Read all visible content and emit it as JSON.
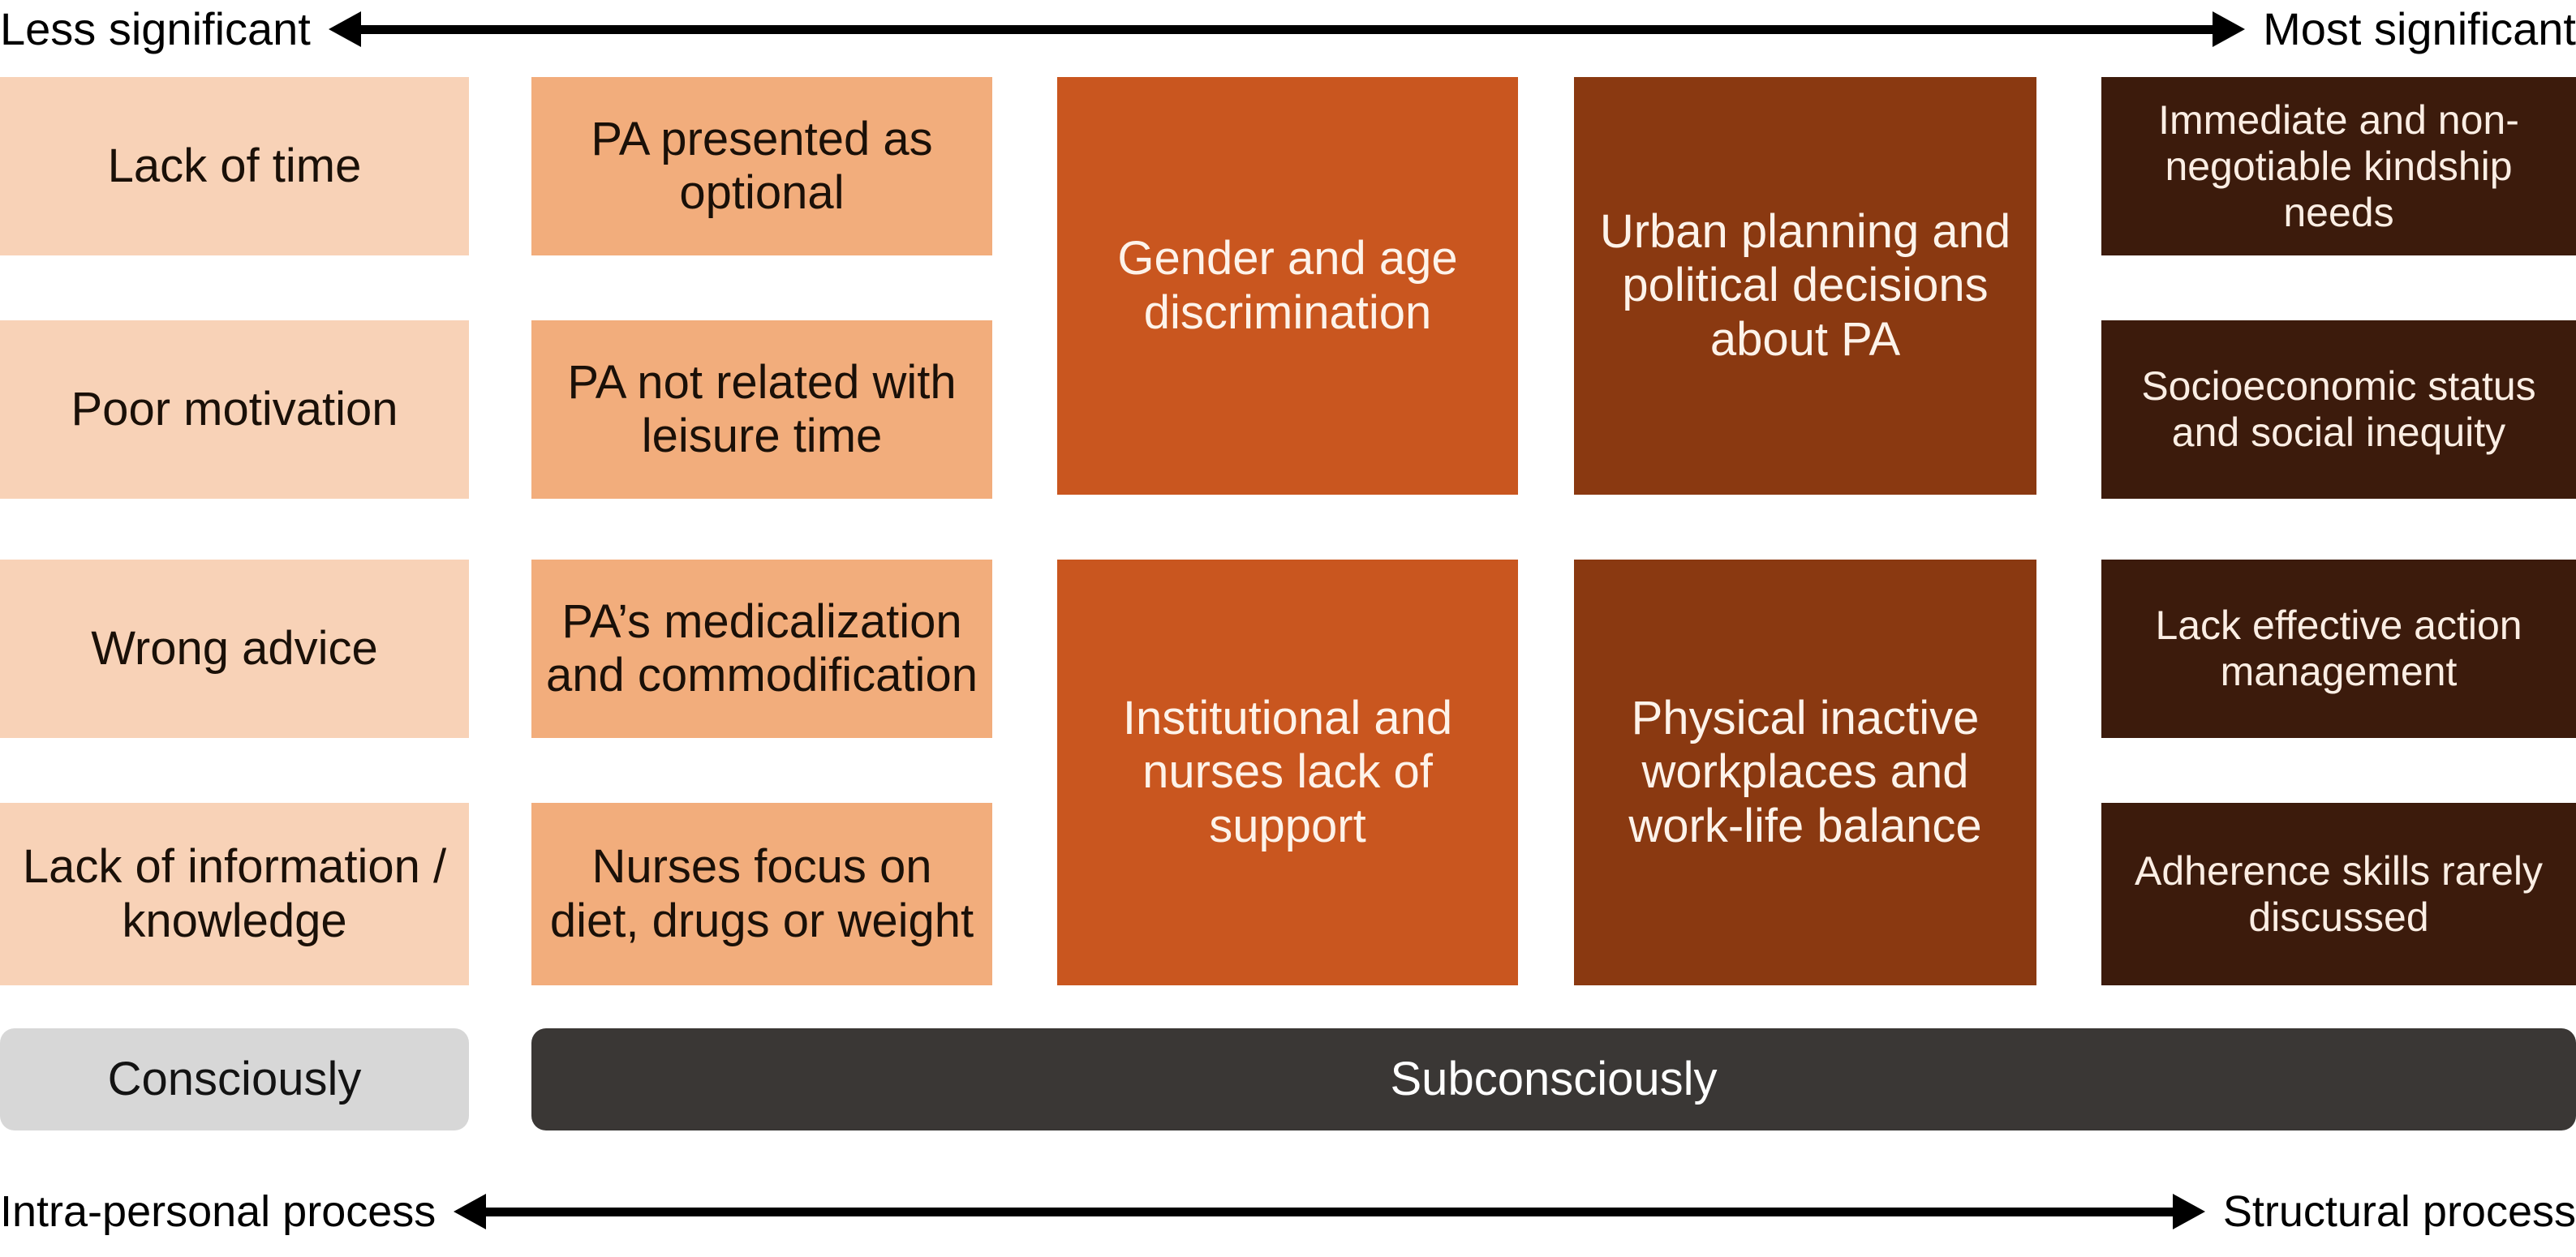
{
  "axes": {
    "top": {
      "left_label": "Less significant",
      "right_label": "Most significant",
      "arrow": "double-headed-horizontal-arrow"
    },
    "bottom": {
      "left_label": "Intra-personal process",
      "right_label": "Structural process",
      "arrow": "double-headed-horizontal-arrow"
    }
  },
  "columns": [
    {
      "id": "column-1",
      "color": "#F8D2B7",
      "text_color": "#1a1008",
      "cells": [
        "Lack of time",
        "Poor motivation",
        "Wrong advice",
        "Lack of information / knowledge"
      ]
    },
    {
      "id": "column-2",
      "color": "#F2AD7C",
      "text_color": "#1a1008",
      "cells": [
        "PA presented as optional",
        "PA not related with leisure time",
        "PA’s medicalization and commodification",
        "Nurses focus on diet, drugs or weight"
      ]
    },
    {
      "id": "column-3",
      "color": "#C9561F",
      "text_color": "#FDF3EA",
      "cells": [
        "Gender and age discrimination",
        "Institutional and nurses lack of support"
      ]
    },
    {
      "id": "column-4",
      "color": "#8A3911",
      "text_color": "#FDF3EA",
      "cells": [
        "Urban planning and political decisions about PA",
        "Physical inactive workplaces and work-life balance"
      ]
    },
    {
      "id": "column-5",
      "color": "#3C1B0C",
      "text_color": "#FBEEE4",
      "cells": [
        "Immediate and non-negotiable kindship needs",
        "Socioeconomic status and social inequity",
        "Lack effective action management",
        "Adherence skills rarely discussed"
      ]
    }
  ],
  "state_bars": {
    "conscious": {
      "label": "Consciously",
      "color": "#D7D7D7",
      "text_color": "#131313"
    },
    "subconscious": {
      "label": "Subconsciously",
      "color": "#3A3735",
      "text_color": "#FFFFFF"
    }
  }
}
